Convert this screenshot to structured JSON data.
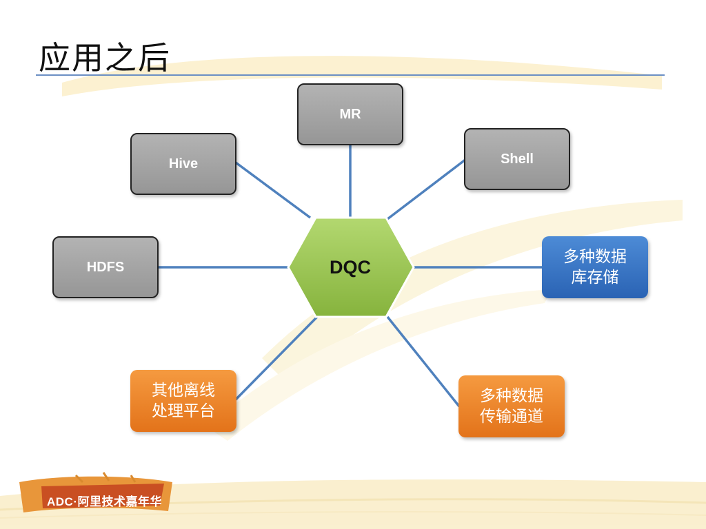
{
  "slide": {
    "title": "应用之后"
  },
  "diagram": {
    "hub": {
      "label": "DQC"
    },
    "nodes": {
      "mr": {
        "label": "MR"
      },
      "hive": {
        "label": "Hive"
      },
      "shell": {
        "label": "Shell"
      },
      "hdfs": {
        "label": "HDFS"
      },
      "db_storage": {
        "line1": "多种数据",
        "line2": "库存储"
      },
      "offline_platform": {
        "line1": "其他离线",
        "line2": "处理平台"
      },
      "data_transfer": {
        "line1": "多种数据",
        "line2": "传输通道"
      }
    }
  },
  "logo": {
    "text": "ADC·阿里技术嘉年华"
  },
  "colors": {
    "gray_node": "#a6a6a6",
    "blue_node": "#3a78c8",
    "orange_node": "#ec8428",
    "hub_green": "#9bc94e",
    "connector": "#4f81bd",
    "title_rule": "#6b8fc4"
  }
}
